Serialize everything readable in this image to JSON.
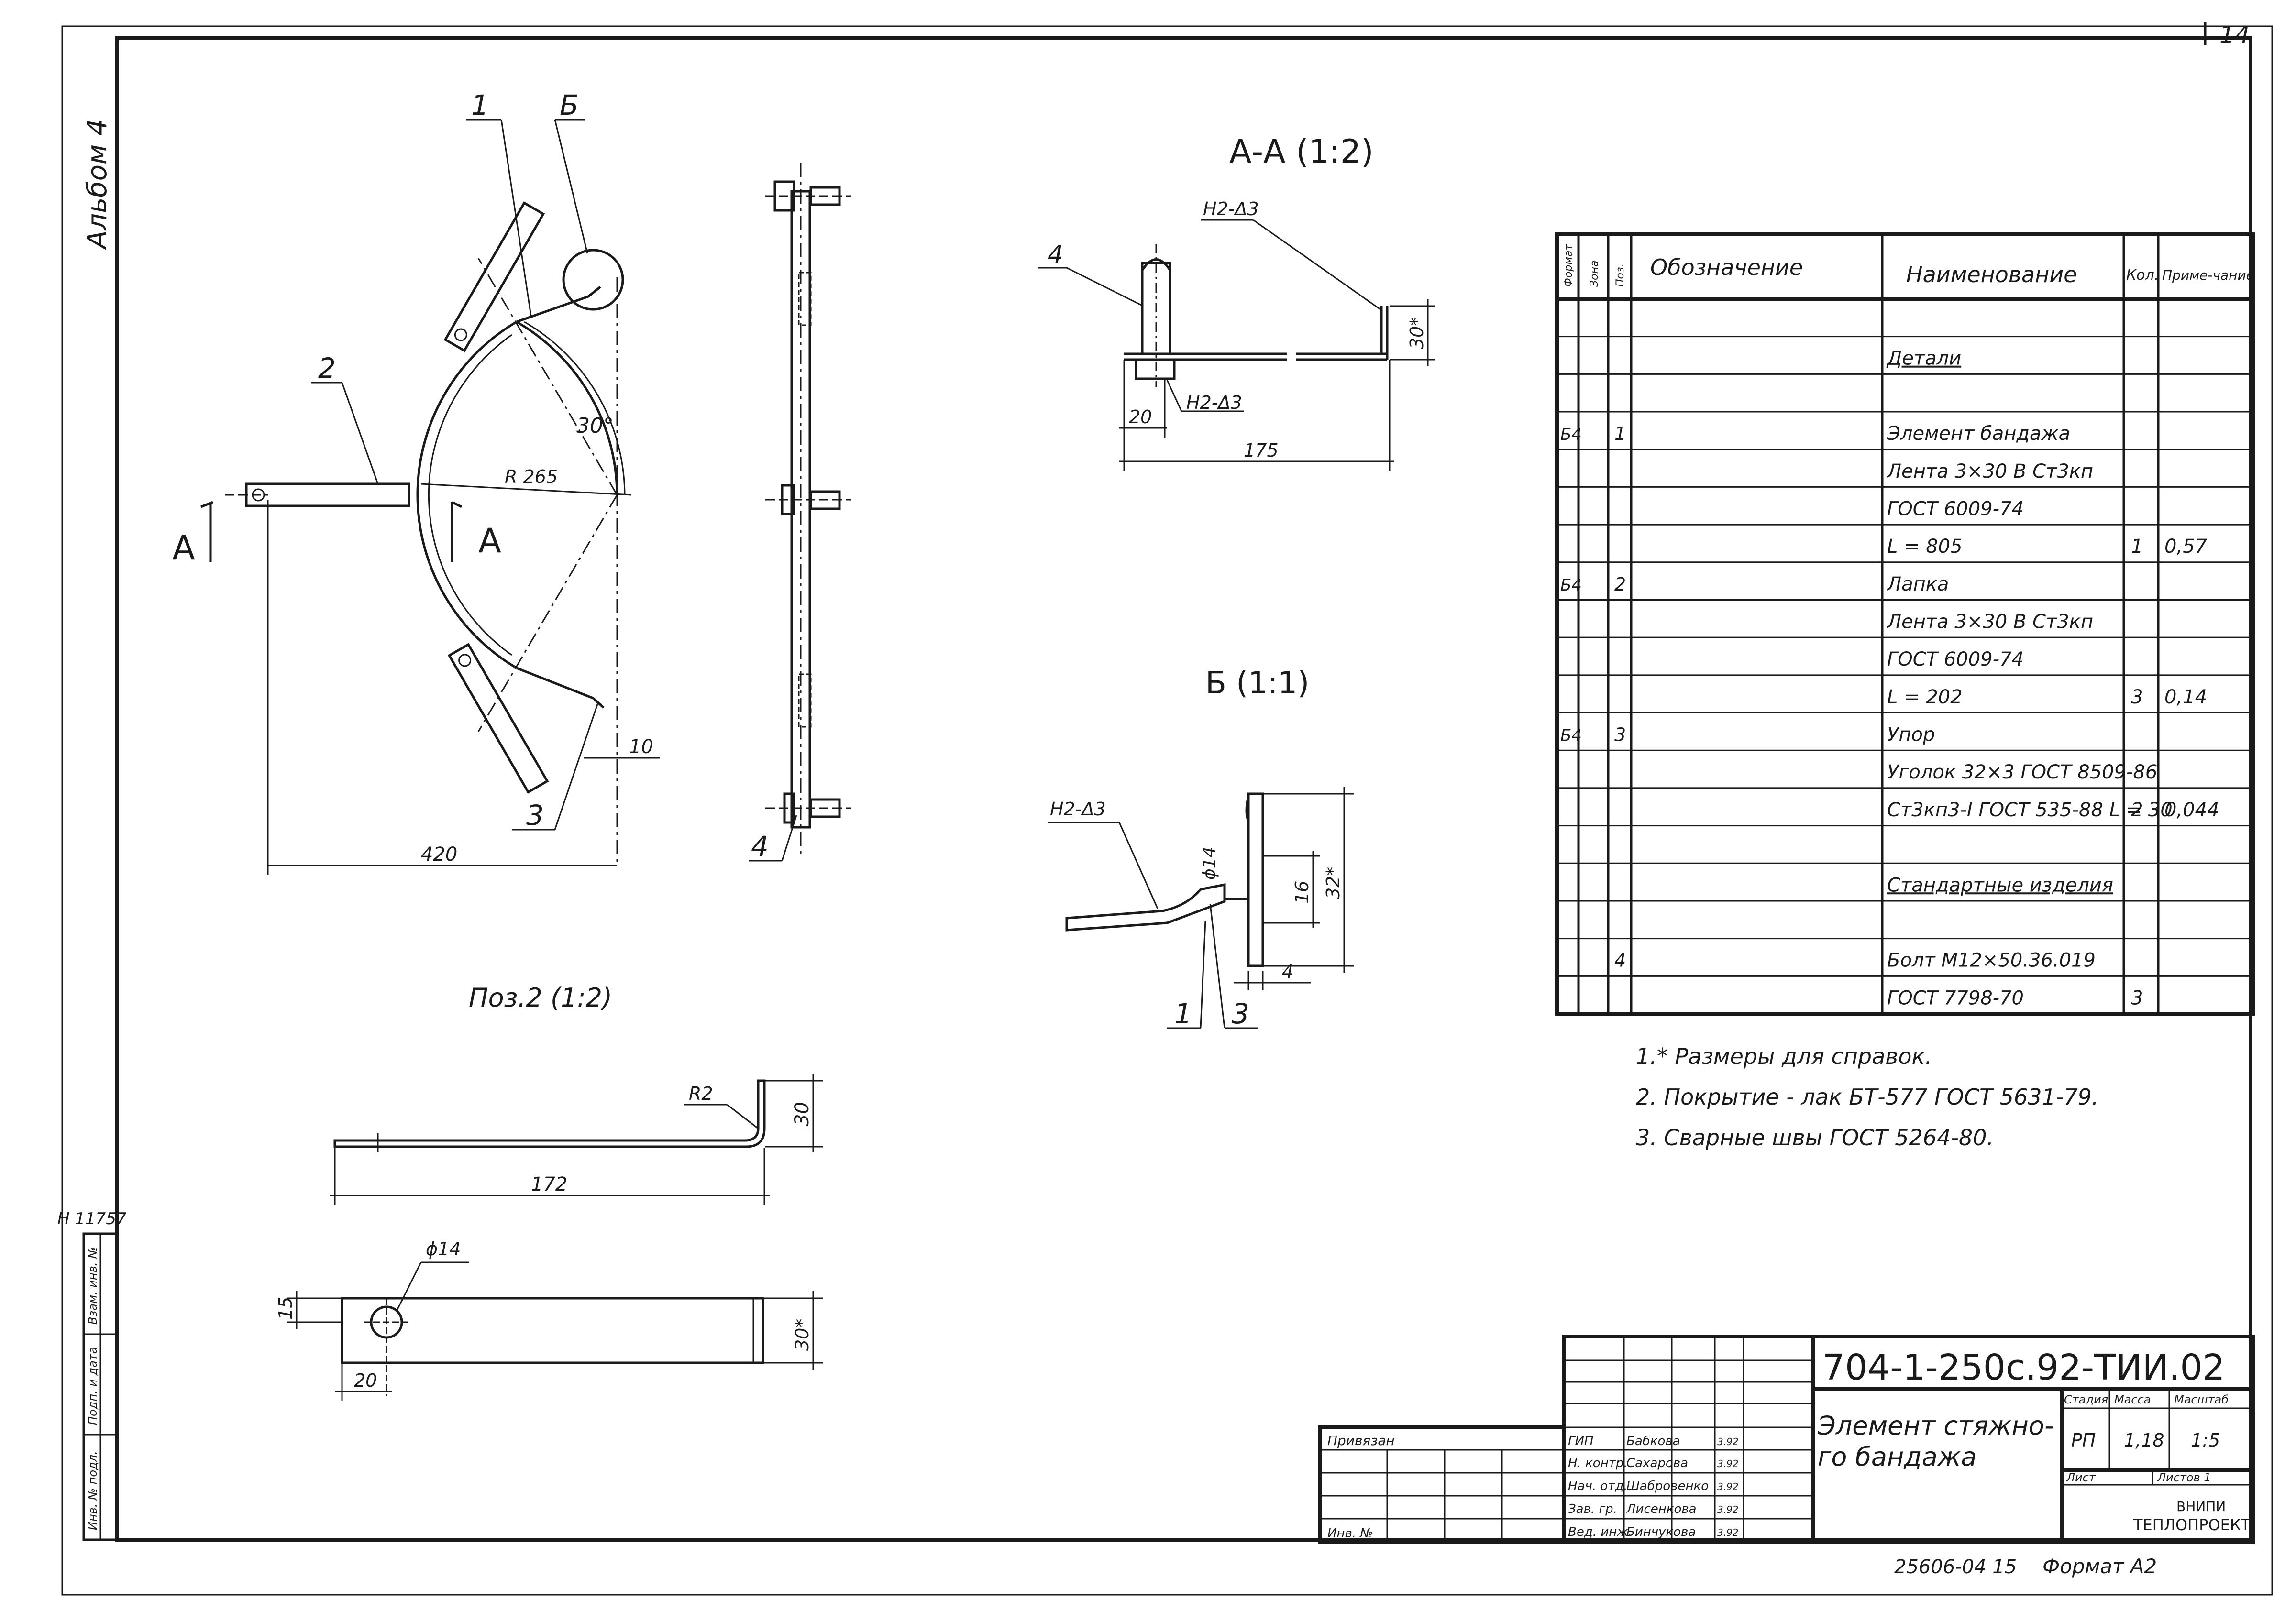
{
  "sheet_number": "14",
  "album_label": "Альбом 4",
  "inventory_number": "Н 11757",
  "left_strip_labels": [
    "Инв. № подл.",
    "Подп. и дата",
    "Взам. инв. №"
  ],
  "main_view": {
    "callout_1": "1",
    "callout_b": "Б",
    "callout_2": "2",
    "callout_3": "3",
    "angle": "30°",
    "radius": "R 265",
    "section_left": "А",
    "section_right": "А",
    "dim_width": "420",
    "dim_10": "10"
  },
  "side_view": {
    "callout_4": "4"
  },
  "section_aa": {
    "title": "А-А (1:2)",
    "callout_4": "4",
    "weld_top": "Н2-Δ3",
    "weld_bottom": "Н2-Δ3",
    "dim_20": "20",
    "dim_175": "175",
    "dim_30": "30*"
  },
  "detail_b": {
    "title": "Б (1:1)",
    "weld": "Н2-Δ3",
    "dim_hole": "ϕ14",
    "dim_16": "16",
    "dim_32": "32*",
    "dim_4": "4",
    "callout_1": "1",
    "callout_3": "3"
  },
  "pos2": {
    "title": "Поз.2 (1:2)",
    "radius": "R2",
    "dim_172": "172",
    "dim_30": "30",
    "dim_hole": "ϕ14",
    "dim_15": "15",
    "dim_20": "20",
    "dim_30_star": "30*"
  },
  "spec_table": {
    "headers": {
      "format": "Формат",
      "zone": "Зона",
      "pos": "Поз.",
      "designation": "Обозначение",
      "name": "Наименование",
      "qty": "Кол.",
      "note": "Приме-чание"
    },
    "rows": [
      {
        "fmt": "",
        "pos": "",
        "name": "",
        "qty": "",
        "note": ""
      },
      {
        "fmt": "",
        "pos": "",
        "name": "Детали",
        "qty": "",
        "note": "",
        "underline": true
      },
      {
        "fmt": "",
        "pos": "",
        "name": "",
        "qty": "",
        "note": ""
      },
      {
        "fmt": "Б4",
        "pos": "1",
        "name": "Элемент бандажа",
        "qty": "",
        "note": ""
      },
      {
        "fmt": "",
        "pos": "",
        "name": "Лента 3×30 В Ст3кп",
        "qty": "",
        "note": ""
      },
      {
        "fmt": "",
        "pos": "",
        "name": "ГОСТ 6009-74",
        "qty": "",
        "note": ""
      },
      {
        "fmt": "",
        "pos": "",
        "name": "L = 805",
        "qty": "1",
        "note": "0,57"
      },
      {
        "fmt": "Б4",
        "pos": "2",
        "name": "Лапка",
        "qty": "",
        "note": ""
      },
      {
        "fmt": "",
        "pos": "",
        "name": "Лента 3×30 В Ст3кп",
        "qty": "",
        "note": ""
      },
      {
        "fmt": "",
        "pos": "",
        "name": "ГОСТ 6009-74",
        "qty": "",
        "note": ""
      },
      {
        "fmt": "",
        "pos": "",
        "name": "L = 202",
        "qty": "3",
        "note": "0,14"
      },
      {
        "fmt": "Б4",
        "pos": "3",
        "name": "Упор",
        "qty": "",
        "note": ""
      },
      {
        "fmt": "",
        "pos": "",
        "name": "Уголок 32×3 ГОСТ 8509-86",
        "qty": "",
        "note": ""
      },
      {
        "fmt": "",
        "pos": "",
        "name": "Ст3кп3-I ГОСТ 535-88 L = 30",
        "qty": "2",
        "note": "0,044"
      },
      {
        "fmt": "",
        "pos": "",
        "name": "",
        "qty": "",
        "note": ""
      },
      {
        "fmt": "",
        "pos": "",
        "name": "Стандартные изделия",
        "qty": "",
        "note": "",
        "underline": true
      },
      {
        "fmt": "",
        "pos": "",
        "name": "",
        "qty": "",
        "note": ""
      },
      {
        "fmt": "",
        "pos": "4",
        "name": "Болт М12×50.36.019",
        "qty": "",
        "note": ""
      },
      {
        "fmt": "",
        "pos": "",
        "name": "ГОСТ 7798-70",
        "qty": "3",
        "note": ""
      }
    ]
  },
  "notes": [
    "1.* Размеры для справок.",
    "2. Покрытие - лак БТ-577 ГОСТ 5631-79.",
    "3. Сварные швы ГОСТ 5264-80."
  ],
  "title_block": {
    "doc_code": "704-1-250с.92-ТИИ.02",
    "doc_name_line1": "Элемент стяжно-",
    "doc_name_line2": "го бандажа",
    "stage_label": "Стадия",
    "mass_label": "Масса",
    "scale_label": "Масштаб",
    "stage": "РП",
    "mass": "1,18",
    "scale": "1:5",
    "sheet_label": "Лист",
    "sheets_label": "Листов 1",
    "org_line1": "ВНИПИ",
    "org_line2": "ТЕПЛОПРОЕКТ",
    "bound_label": "Привязан",
    "inv_label": "Инв. №",
    "roles": [
      {
        "role": "ГИП",
        "name": "Бабкова",
        "date": "3.92"
      },
      {
        "role": "Н. контр.",
        "name": "Сахарова",
        "date": "3.92"
      },
      {
        "role": "Нач. отд.",
        "name": "Шабровенко",
        "date": "3.92"
      },
      {
        "role": "Зав. гр.",
        "name": "Лисенкова",
        "date": "3.92"
      },
      {
        "role": "Вед. инж.",
        "name": "Бинчукова",
        "date": "3.92"
      }
    ]
  },
  "footer": {
    "order_number": "25606-04 15",
    "format": "Формат А2"
  }
}
